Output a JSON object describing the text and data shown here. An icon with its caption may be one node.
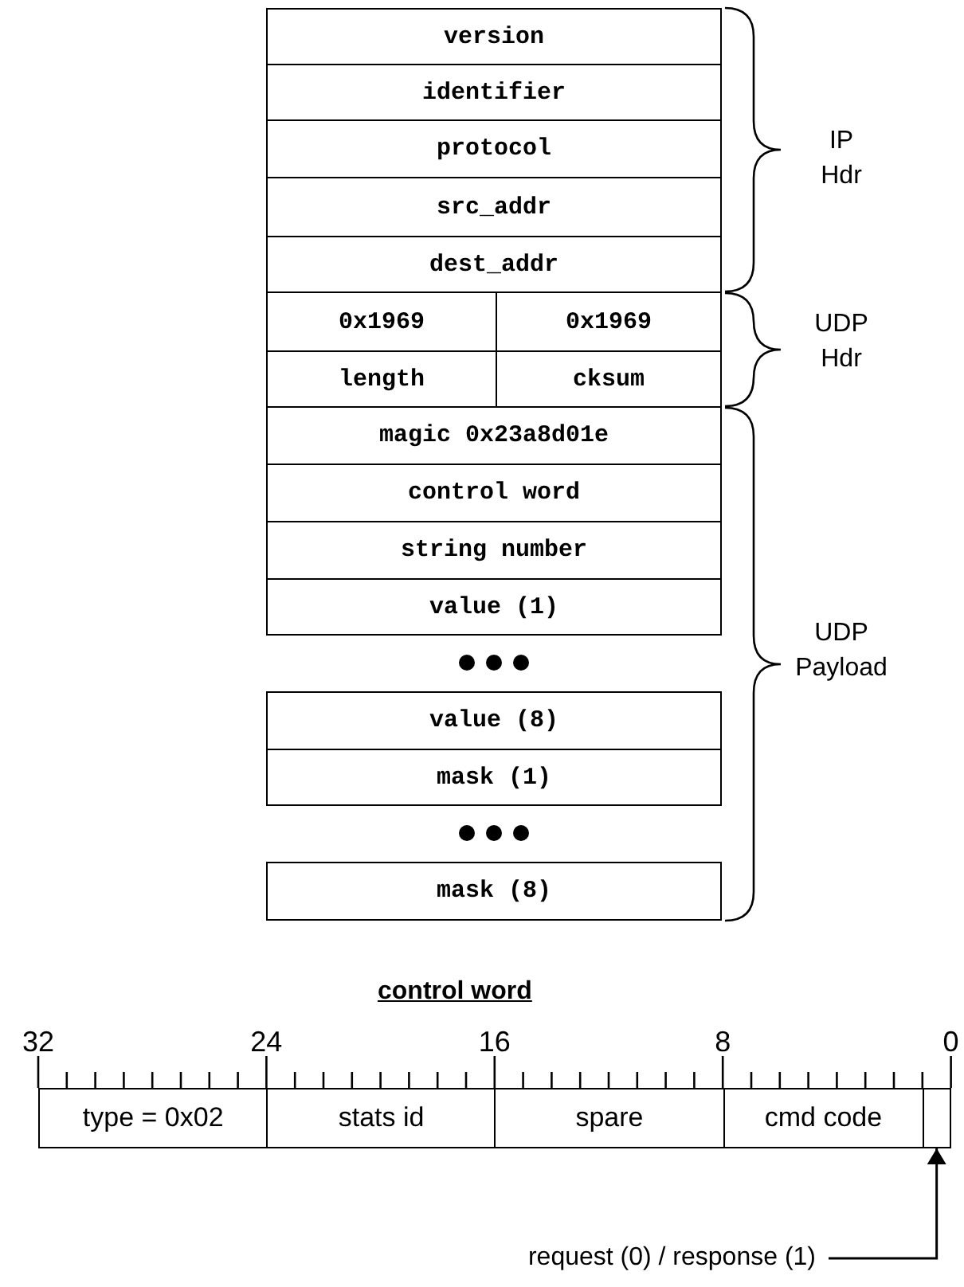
{
  "diagram": {
    "nodes": [
      {
        "text": [
          "version"
        ]
      },
      {
        "text": [
          "identifier"
        ]
      },
      {
        "text": [
          "protocol"
        ]
      },
      {
        "text": [
          "src_addr"
        ]
      },
      {
        "text": [
          "dest_addr"
        ]
      },
      {
        "text": [
          "0x1969"
        ]
      },
      {
        "text": [
          "0x1969"
        ]
      },
      {
        "text": [
          "length"
        ]
      },
      {
        "text": [
          "cksum"
        ]
      },
      {
        "text": [
          "magic 0x23a8d01e"
        ]
      },
      {
        "text": [
          "control word"
        ]
      },
      {
        "text": [
          "string number"
        ]
      },
      {
        "text": [
          "value (1)"
        ]
      },
      {
        "text": [
          "value (8)"
        ]
      },
      {
        "text": [
          "mask (1)"
        ]
      },
      {
        "text": [
          "mask (8)"
        ]
      },
      {
        "text": [
          "type = 0x02"
        ]
      },
      {
        "text": [
          "stats id"
        ]
      },
      {
        "text": [
          "spare"
        ]
      },
      {
        "text": [
          "cmd code"
        ]
      },
      {
        "text": [],
        "shape": "box"
      },
      {
        "text": [
          "request (0) / response (1)"
        ]
      }
    ],
    "edges": [
      {
        "from": 21,
        "to": 20,
        "arrow": "to"
      }
    ],
    "labels": [
      "IP Hdr",
      "UDP Hdr",
      "UDP Payload",
      "control word",
      "32",
      "24",
      "16",
      "8",
      "0"
    ]
  }
}
